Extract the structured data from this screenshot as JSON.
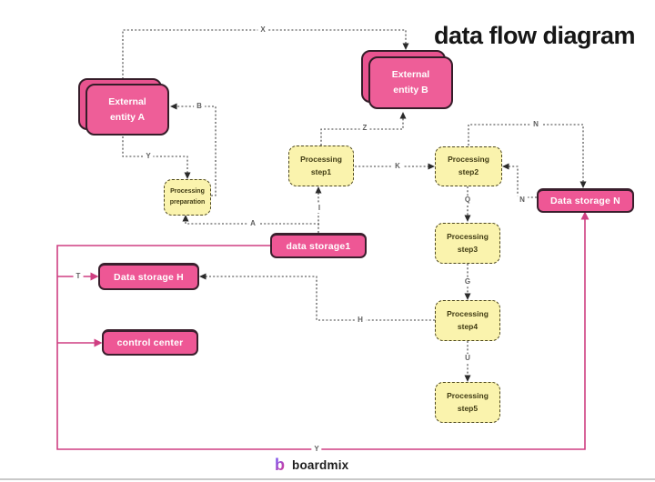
{
  "title": "data flow diagram",
  "colors": {
    "entity_fill": "#ee5e98",
    "entity_back_fill": "#e8538f",
    "entity_border": "#351d29",
    "process_fill": "#faf3ad",
    "process_border": "#4d471f",
    "storage_fill": "#ee5795",
    "connector_dark": "#3c3c3c",
    "connector_pink": "#cf3f82"
  },
  "nodes": {
    "external_entity_a": {
      "line1": "External",
      "line2": "entity A"
    },
    "external_entity_b": {
      "line1": "External",
      "line2": "entity B"
    },
    "processing_preparation": {
      "line1": "Processing",
      "line2": "preparation"
    },
    "processing_step1": {
      "line1": "Processing",
      "line2": "step1"
    },
    "processing_step2": {
      "line1": "Processing",
      "line2": "step2"
    },
    "processing_step3": {
      "line1": "Processing",
      "line2": "step3"
    },
    "processing_step4": {
      "line1": "Processing",
      "line2": "step4"
    },
    "processing_step5": {
      "line1": "Processing",
      "line2": "step5"
    },
    "data_storage1": {
      "label": "data storage1"
    },
    "data_storage_h": {
      "label": "Data storage H"
    },
    "data_storage_n": {
      "label": "Data storage N"
    },
    "control_center": {
      "label": "control center"
    }
  },
  "edge_labels": {
    "x": "X",
    "b": "B",
    "y_top": "Y",
    "z": "Z",
    "k": "K",
    "n_top": "N",
    "n_side": "N",
    "q": "Q",
    "g": "G",
    "u": "U",
    "i": "I",
    "a": "A",
    "h": "H",
    "t": "T",
    "y_bottom": "Y"
  },
  "footer": {
    "logo_icon": "b",
    "logo_text": "boardmix"
  }
}
